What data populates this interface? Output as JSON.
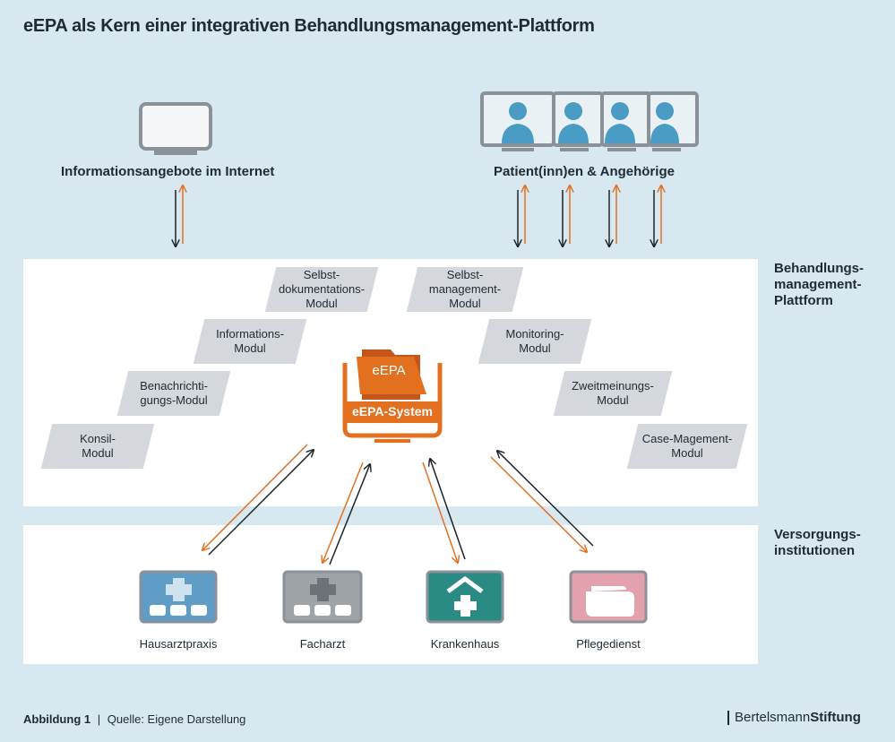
{
  "title": "eEPA als Kern einer integrativen Behandlungsmanagement-Plattform",
  "actors": {
    "internet": "Informationsangebote im Internet",
    "patients": "Patient(inn)en & Angehörige"
  },
  "side_labels": {
    "platform": [
      "Behandlungs-",
      "management-",
      "Plattform"
    ],
    "institutions": [
      "Versorgungs-",
      "institutionen"
    ]
  },
  "center": {
    "folder_label": "eEPA",
    "system_label": "eEPA-System"
  },
  "modules": {
    "selbstdoku": [
      "Selbst-",
      "dokumentations-",
      "Modul"
    ],
    "selbstmanagement": [
      "Selbst-",
      "management-",
      "Modul"
    ],
    "information": [
      "Informations-",
      "Modul"
    ],
    "monitoring": [
      "Monitoring-",
      "Modul"
    ],
    "benachrichtigung": [
      "Benachrichti-",
      "gungs-Modul"
    ],
    "zweitmeinung": [
      "Zweitmeinungs-",
      "Modul"
    ],
    "konsil": [
      "Konsil-",
      "Modul"
    ],
    "casemanagement": [
      "Case-Magement-",
      "Modul"
    ]
  },
  "institutions": {
    "hausarzt": "Hausarztpraxis",
    "facharzt": "Facharzt",
    "krankenhaus": "Krankenhaus",
    "pflegedienst": "Pflegedienst"
  },
  "footer": {
    "figure": "Abbildung 1",
    "separator": "|",
    "source": "Quelle: Eigene Darstellung",
    "brand_regular": "Bertelsmann",
    "brand_bold": "Stiftung"
  },
  "colors": {
    "background": "#d7e8f0",
    "panel": "#ffffff",
    "accent_orange": "#e2701f",
    "module_gray": "#d4d7db",
    "monitor_gray": "#8a9199",
    "person_blue": "#4a9cc4",
    "hausarzt_blue": "#5f9dc6",
    "facharzt_gray": "#9ea3a8",
    "krankenhaus_teal": "#2a8a84",
    "pflegedienst_pink": "#e3a1ad",
    "arrow_dark": "#1d2328"
  },
  "icons": [
    "monitor-icon",
    "patient-monitor-icon",
    "eepa-folder-icon",
    "hospital-cross-icon",
    "hand-icon",
    "arrow-icon"
  ]
}
